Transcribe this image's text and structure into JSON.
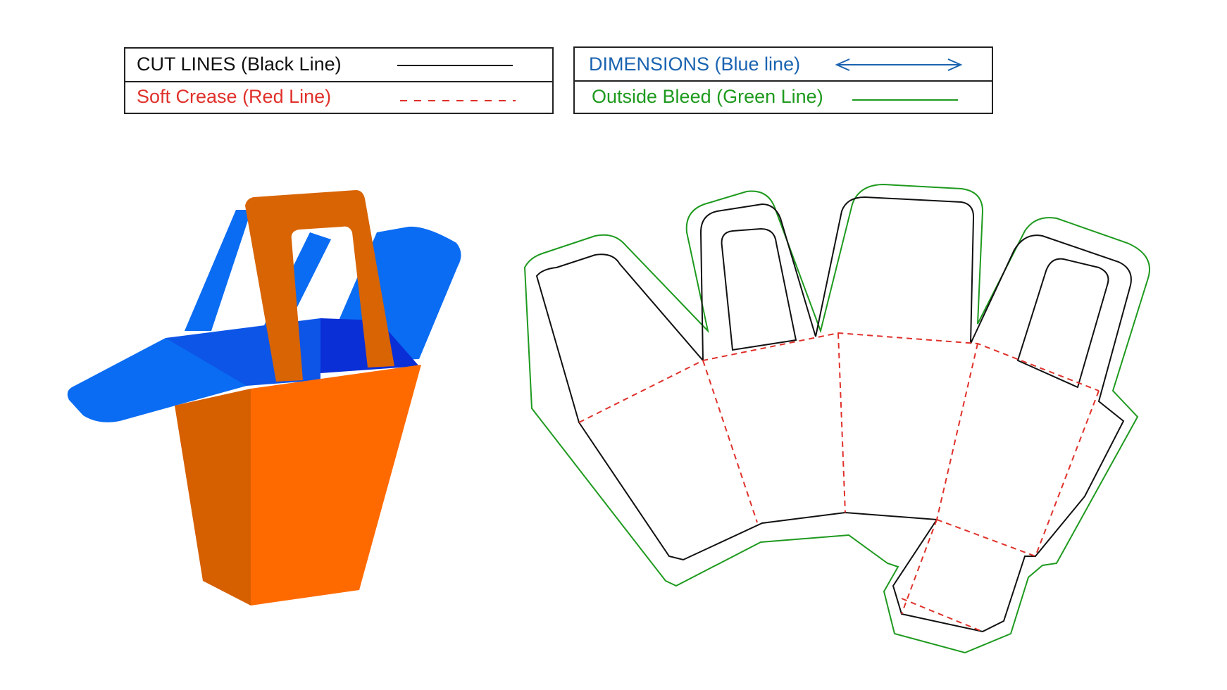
{
  "legend": {
    "cut_lines": {
      "label": "CUT LINES (Black Line)",
      "color": "#111111"
    },
    "soft_crease": {
      "label": "Soft Crease (Red Line)",
      "color": "#e0312b"
    },
    "dimensions": {
      "label": "DIMENSIONS (Blue line)",
      "color": "#1a63b0"
    },
    "outside_bleed": {
      "label": "Outside Bleed (Green Line)",
      "color": "#1e9a1e"
    }
  },
  "box_mockup": {
    "colors": {
      "orange_front": "#ff6a00",
      "orange_side": "#d65f00",
      "orange_handle": "#d86404",
      "blue_flap": "#0a6cf2",
      "blue_dark": "#0a2fd6"
    }
  },
  "dieline": {
    "colors": {
      "cut": "#111111",
      "crease": "#e0312b",
      "bleed": "#1e9a1e"
    }
  }
}
